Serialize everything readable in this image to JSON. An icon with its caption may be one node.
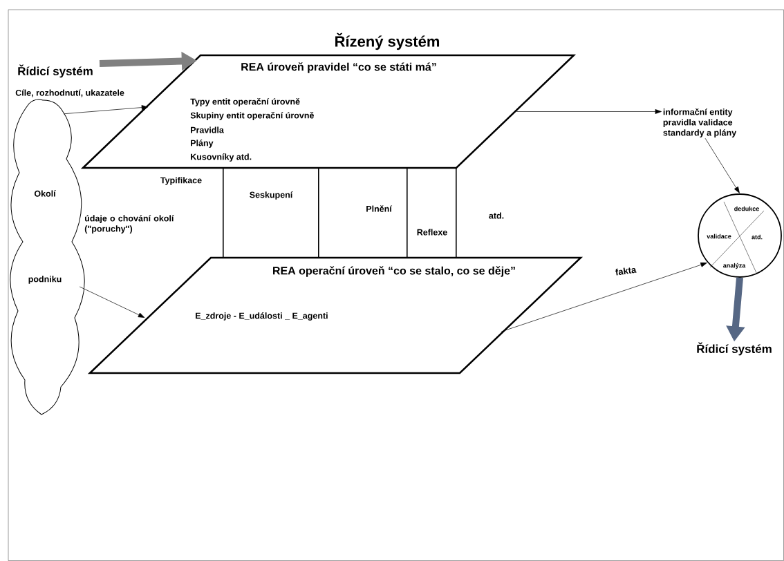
{
  "diagram": {
    "title": "Řízený systém",
    "nodes": [
      {
        "text": [
          "Řídicí systém"
        ]
      },
      {
        "text": [
          "Okolí",
          "podniku"
        ]
      },
      {
        "text": [
          "REA úroveň pravidel “co se státi má”",
          "Typy entit operační úrovně",
          "Skupiny entit operační úrovně",
          "Pravidla",
          "Plány",
          "Kusovníky atd."
        ]
      },
      {
        "text": [
          "REA operační úroveň “co se stalo, co se děje”",
          "E_zdroje -  E_události _ E_agenti"
        ]
      },
      {
        "text": [
          "informační entity",
          "pravidla validace",
          "standardy a plány"
        ]
      },
      {
        "text": [
          "dedukce",
          "validace",
          "atd.",
          "analýza"
        ]
      },
      {
        "text": [
          "Řídicí systém"
        ]
      }
    ],
    "edges": [
      {
        "from": 0,
        "to": 2,
        "arrow": "to",
        "style": "thick",
        "color": "#808080"
      },
      {
        "from": 1,
        "to": 2,
        "arrow": "to"
      },
      {
        "from": 1,
        "to": 3,
        "arrow": "to"
      },
      {
        "from": 2,
        "to": 4,
        "arrow": "to"
      },
      {
        "from": 4,
        "to": 5,
        "arrow": "to"
      },
      {
        "from": 3,
        "to": 5,
        "arrow": "to",
        "label": "fakta"
      },
      {
        "from": 5,
        "to": 6,
        "arrow": "to",
        "style": "thick",
        "color": "#566784"
      },
      {
        "from": 2,
        "to": 3,
        "arrow": "none"
      },
      {
        "from": 2,
        "to": 3,
        "arrow": "none"
      },
      {
        "from": 2,
        "to": 3,
        "arrow": "none"
      },
      {
        "from": 2,
        "to": 3,
        "arrow": "none"
      }
    ],
    "labels": [
      "Cíle, rozhodnutí, ukazatele",
      "Typifikace",
      "Seskupení",
      "údaje o chování okolí (\"poruchy\")",
      "Plnění",
      "atd.",
      "Reflexe"
    ]
  }
}
